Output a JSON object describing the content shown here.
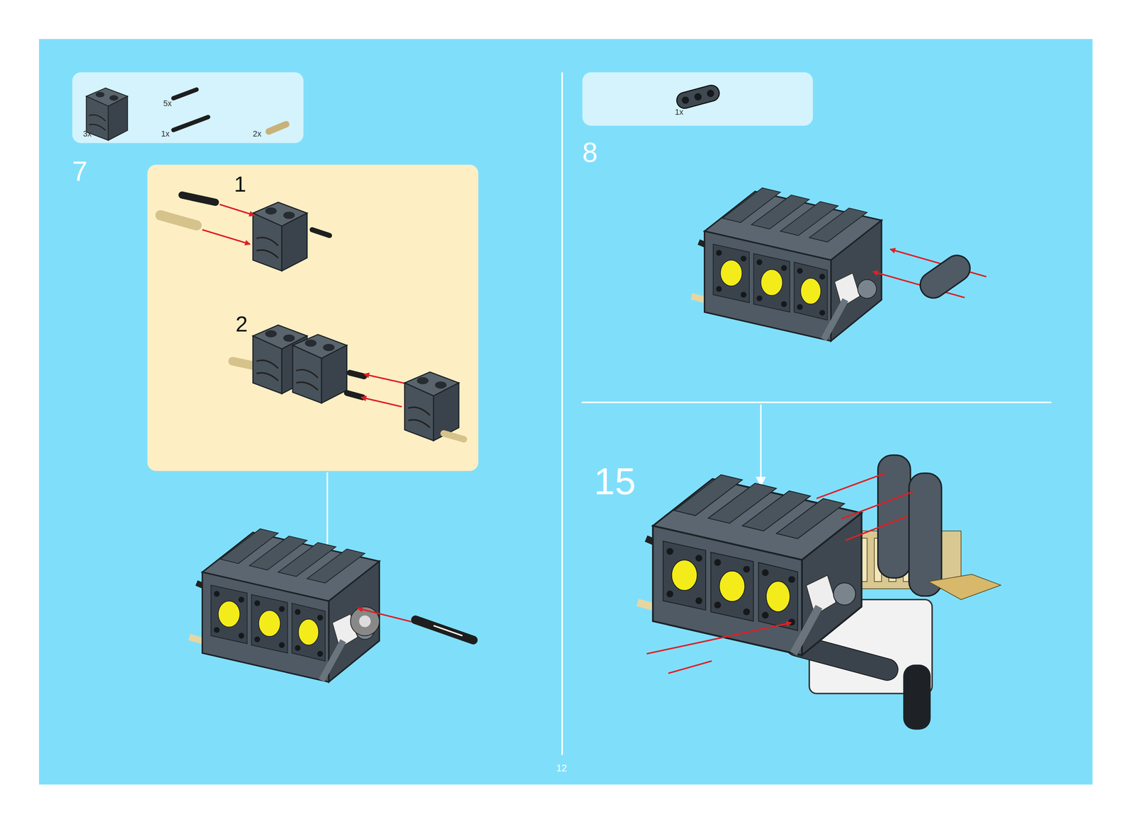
{
  "diagram": {
    "nodes": [
      {
        "text": [
          "3x",
          "5x",
          "1x",
          "2x"
        ]
      },
      {
        "text": [
          "1",
          "2"
        ]
      },
      {
        "text": [
          "1x"
        ]
      }
    ],
    "labels": [
      "7",
      "8",
      "15",
      "12"
    ]
  }
}
